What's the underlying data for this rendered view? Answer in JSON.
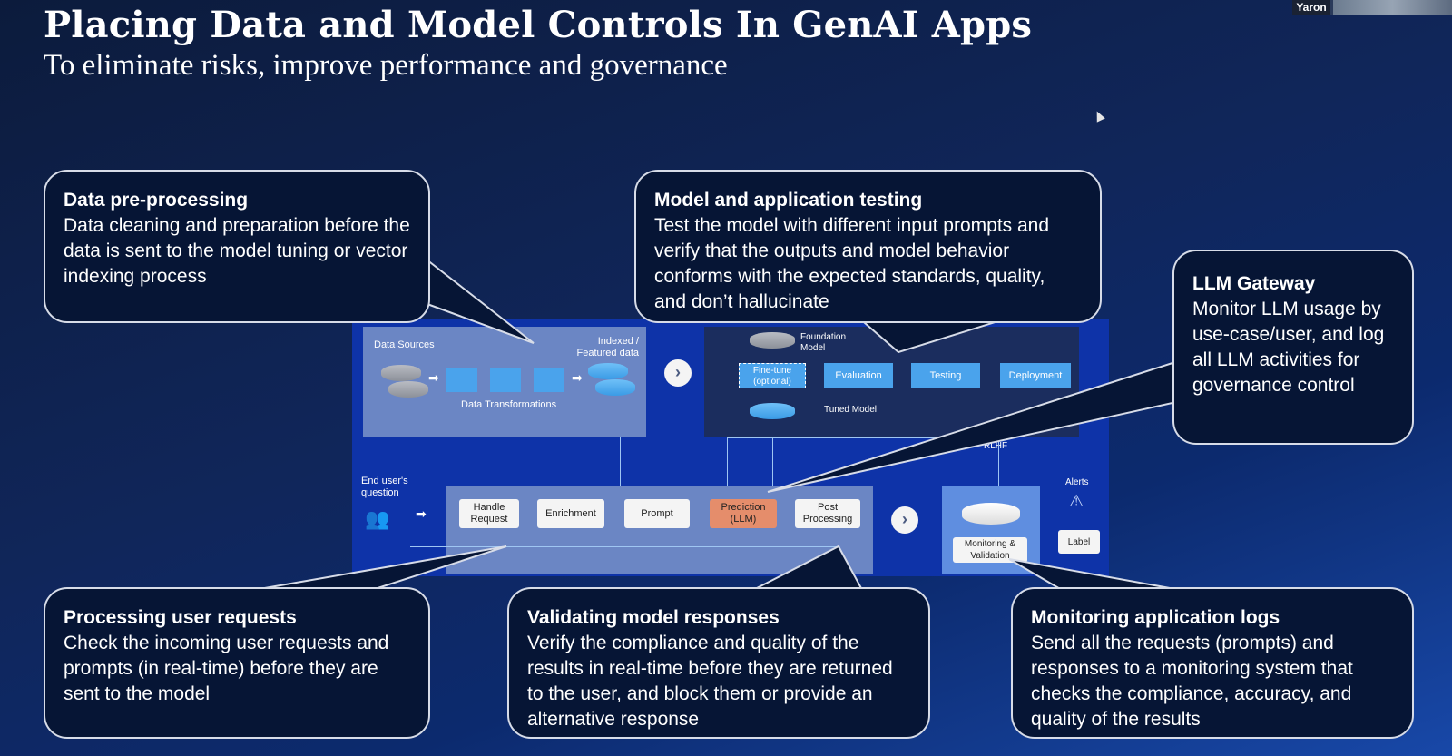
{
  "slide": {
    "title": "Placing Data and Model Controls In GenAI Apps",
    "subtitle": "To eliminate risks, improve performance and governance"
  },
  "presenter": {
    "name": "Yaron"
  },
  "diagram": {
    "data_sources": "Data Sources",
    "indexed_data": "Indexed / Featured data",
    "data_transformations": "Data Transformations",
    "foundation_model": "Foundation Model",
    "fine_tune": "Fine-tune (optional)",
    "evaluation": "Evaluation",
    "testing": "Testing",
    "deployment": "Deployment",
    "tuned_model": "Tuned Model",
    "rlhf": "RLHF",
    "end_user_question": "End user's question",
    "handle_request": "Handle Request",
    "enrichment": "Enrichment",
    "prompt": "Prompt",
    "prediction": "Prediction (LLM)",
    "post_processing": "Post Processing",
    "monitoring": "Monitoring & Validation",
    "alerts": "Alerts",
    "label": "Label",
    "next_symbol": "›"
  },
  "callouts": {
    "data_preprocessing": {
      "title": "Data pre-processing",
      "body": "Data cleaning and preparation before the data is sent to the model tuning or vector indexing process"
    },
    "model_testing": {
      "title": "Model and application testing",
      "body": "Test the model with different input prompts and verify that the outputs and model behavior conforms with the expected standards, quality, and don’t hallucinate"
    },
    "llm_gateway": {
      "title": "LLM Gateway",
      "body": "Monitor LLM usage by use-case/user, and log all LLM activities for governance control"
    },
    "processing_requests": {
      "title": "Processing user requests",
      "body": "Check the incoming user requests and prompts (in real-time) before they are sent to the model"
    },
    "validating_responses": {
      "title": "Validating model responses",
      "body": "Verify the compliance and quality of the results in real-time before they are returned to the user, and block them or provide an alternative response"
    },
    "monitoring_logs": {
      "title": "Monitoring application logs",
      "body": "Send all the requests (prompts) and responses to a monitoring system that checks the compliance, accuracy, and quality of the results"
    }
  },
  "colors": {
    "callout_bg": "#061535",
    "callout_border": "#d7dce8",
    "diagram_bg": "#0e33a8",
    "prediction_box": "#e58d6b",
    "accent_blue": "#4aa3ec"
  }
}
